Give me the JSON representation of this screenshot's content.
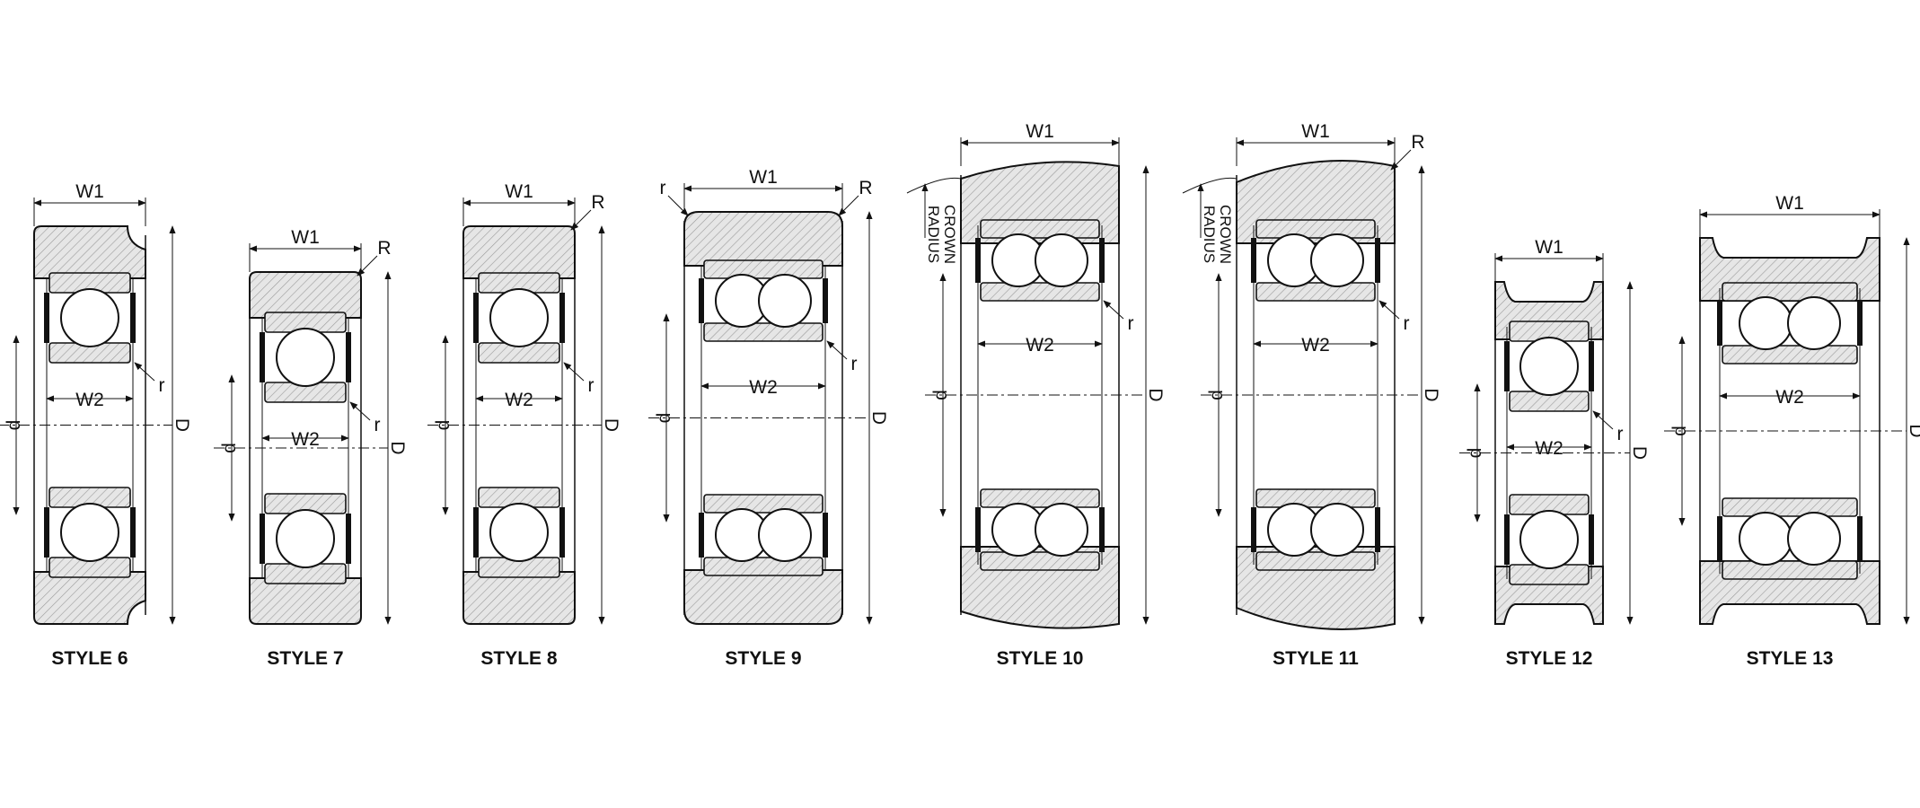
{
  "labels": {
    "w1": "W1",
    "w2": "W2",
    "d_outer": "D",
    "d_inner": "d",
    "r_small": "r",
    "r_large": "R",
    "crown_1": "CROWN",
    "crown_2": "RADIUS"
  },
  "styles": [
    {
      "name": "STYLE 6"
    },
    {
      "name": "STYLE 7"
    },
    {
      "name": "STYLE 8"
    },
    {
      "name": "STYLE 9"
    },
    {
      "name": "STYLE 10"
    },
    {
      "name": "STYLE 11"
    },
    {
      "name": "STYLE 12"
    },
    {
      "name": "STYLE 13"
    }
  ],
  "colors": {
    "line": "#111111",
    "hatch_fill": "#e4e4e4",
    "background": "#ffffff"
  }
}
